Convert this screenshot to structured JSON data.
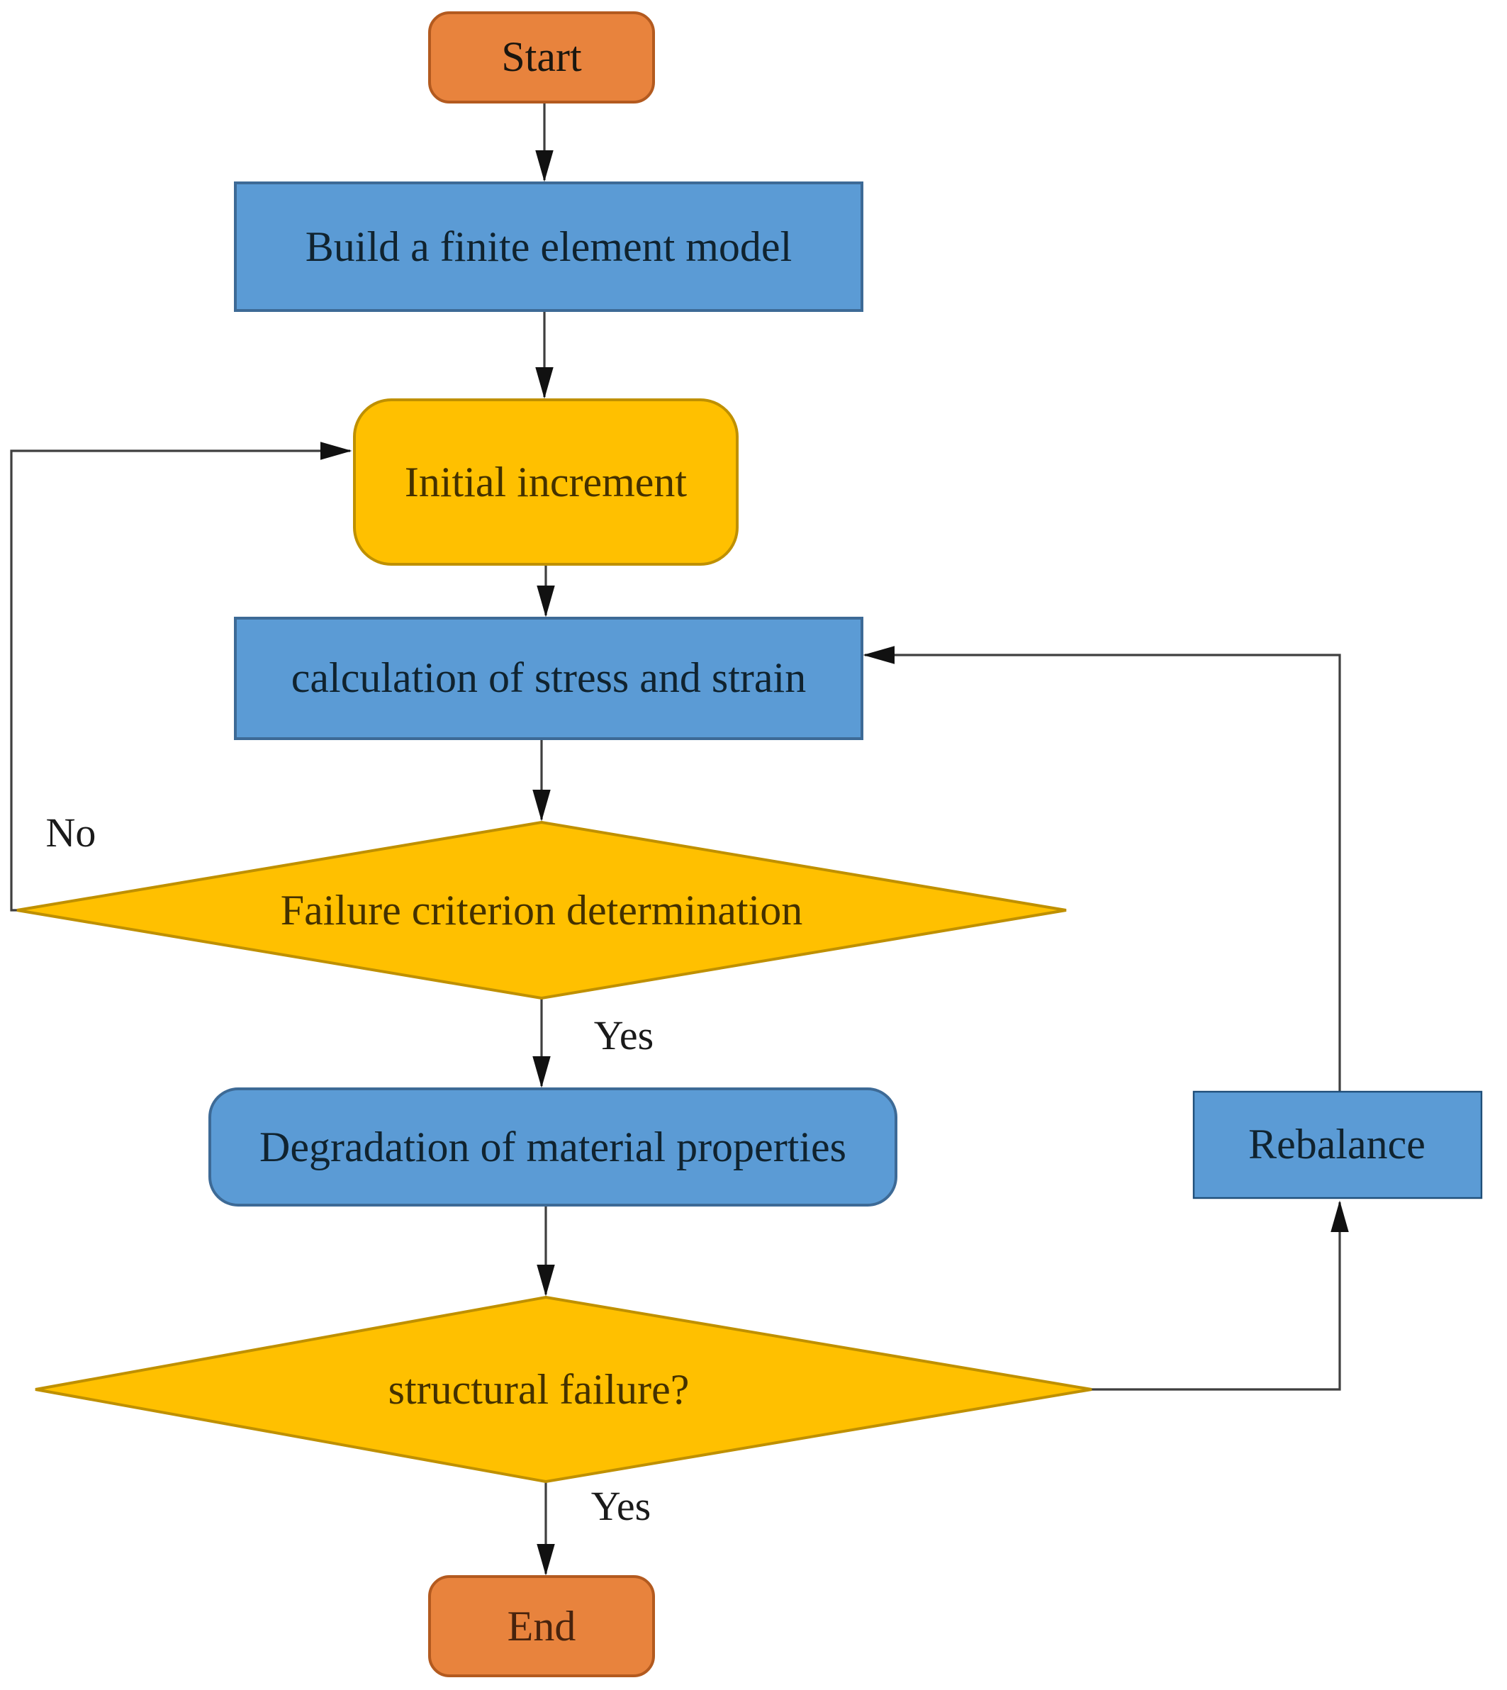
{
  "figure": {
    "type": "flowchart",
    "description": "Finite element progressive failure analysis flowchart",
    "background": "#ffffff",
    "nodes": {
      "start": {
        "label": "Start",
        "shape": "rounded-rect",
        "kind": "terminator"
      },
      "build_model": {
        "label": "Build a finite element model",
        "shape": "rect",
        "kind": "process"
      },
      "initial_increment": {
        "label": "Initial increment",
        "shape": "rounded-rect",
        "kind": "process"
      },
      "calc_stress_strain": {
        "label": "calculation of stress and strain",
        "shape": "rect",
        "kind": "process"
      },
      "failure_criterion": {
        "label": "Failure criterion determination",
        "shape": "diamond",
        "kind": "decision"
      },
      "degradation": {
        "label": "Degradation of material properties",
        "shape": "rounded-rect",
        "kind": "process"
      },
      "structural_failure": {
        "label": "structural failure?",
        "shape": "diamond",
        "kind": "decision"
      },
      "rebalance": {
        "label": "Rebalance",
        "shape": "rect",
        "kind": "process"
      },
      "end": {
        "label": "End",
        "shape": "rounded-rect",
        "kind": "terminator"
      }
    },
    "edge_labels": {
      "failure_no": "No",
      "failure_yes": "Yes",
      "structural_yes": "Yes"
    },
    "colors": {
      "orange_fill": "#E8833D",
      "orange_border": "#B35A1F",
      "blue_fill": "#5B9BD5",
      "blue_border": "#3D6A96",
      "rebalance_border": "#1F4E79",
      "gold_fill": "#FFC000",
      "gold_border": "#BF9000",
      "connector": "#3F3F3F",
      "arrowhead": "#111111",
      "start_text": "#1A160F",
      "end_text": "#47230D",
      "blue_text": "#10232F",
      "gold_text": "#443100",
      "edge_text": "#1A1A1A"
    }
  }
}
